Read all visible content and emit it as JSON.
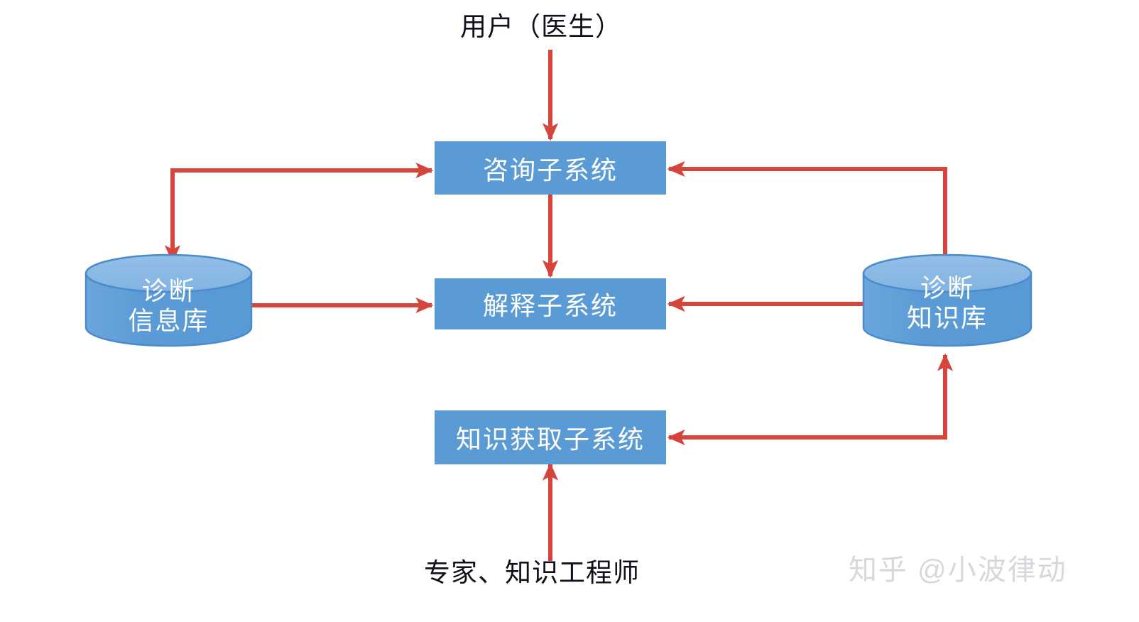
{
  "diagram": {
    "title_top": "用户（医生）",
    "title_bottom": "专家、知识工程师",
    "watermark": "知乎 @小波律动",
    "colors": {
      "box_fill": "#5B9BD5",
      "cylinder_body": "#5B9BD5",
      "cylinder_top": "#8DB9E2",
      "cylinder_stroke": "#3E7BBF",
      "arrow": "#D6453B",
      "label_text": "#11111D",
      "box_text": "#FFFFFF",
      "watermark_text": "#D6D8DB",
      "background": "#FFFFFF"
    },
    "nodes": [
      {
        "id": "consult",
        "type": "process",
        "label": "咨询子系统"
      },
      {
        "id": "explain",
        "type": "process",
        "label": "解释子系统"
      },
      {
        "id": "acquire",
        "type": "process",
        "label": "知识获取子系统"
      },
      {
        "id": "info_db",
        "type": "database",
        "label_line1": "诊断",
        "label_line2": "信息库"
      },
      {
        "id": "know_db",
        "type": "database",
        "label_line1": "诊断",
        "label_line2": "知识库"
      }
    ],
    "edges": [
      {
        "id": "user-to-consult",
        "from": "用户（医生）",
        "to": "咨询子系统",
        "arrows": "end"
      },
      {
        "id": "consult-to-infodb",
        "from": "咨询子系统",
        "to": "诊断信息库",
        "arrows": "both"
      },
      {
        "id": "knowdb-to-consult",
        "from": "诊断知识库",
        "to": "咨询子系统",
        "arrows": "end"
      },
      {
        "id": "consult-to-explain",
        "from": "咨询子系统",
        "to": "解释子系统",
        "arrows": "end"
      },
      {
        "id": "infodb-to-explain",
        "from": "诊断信息库",
        "to": "解释子系统",
        "arrows": "end"
      },
      {
        "id": "knowdb-to-explain",
        "from": "诊断知识库",
        "to": "解释子系统",
        "arrows": "end"
      },
      {
        "id": "acquire-to-knowdb",
        "from": "知识获取子系统",
        "to": "诊断知识库",
        "arrows": "both"
      },
      {
        "id": "experts-to-acquire",
        "from": "专家、知识工程师",
        "to": "知识获取子系统",
        "arrows": "end"
      }
    ]
  }
}
